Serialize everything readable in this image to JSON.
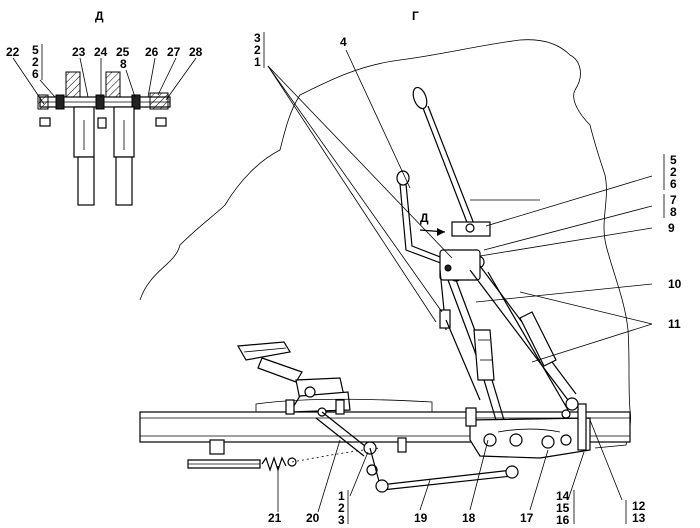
{
  "views": {
    "detail": "Д",
    "main": "Г",
    "arrow": "Д"
  },
  "callouts": {
    "c1": "1",
    "c2": "2",
    "c3": "3",
    "c4": "4",
    "c5": "5",
    "c6": "6",
    "c7": "7",
    "c8": "8",
    "c9": "9",
    "c10": "10",
    "c11": "11",
    "c12": "12",
    "c13": "13",
    "c14": "14",
    "c15": "15",
    "c16": "16",
    "c17": "17",
    "c18": "18",
    "c19": "19",
    "c20": "20",
    "c21": "21",
    "c22": "22",
    "c23": "23",
    "c24": "24",
    "c25": "25",
    "c26": "26",
    "c27": "27",
    "c28": "28"
  }
}
